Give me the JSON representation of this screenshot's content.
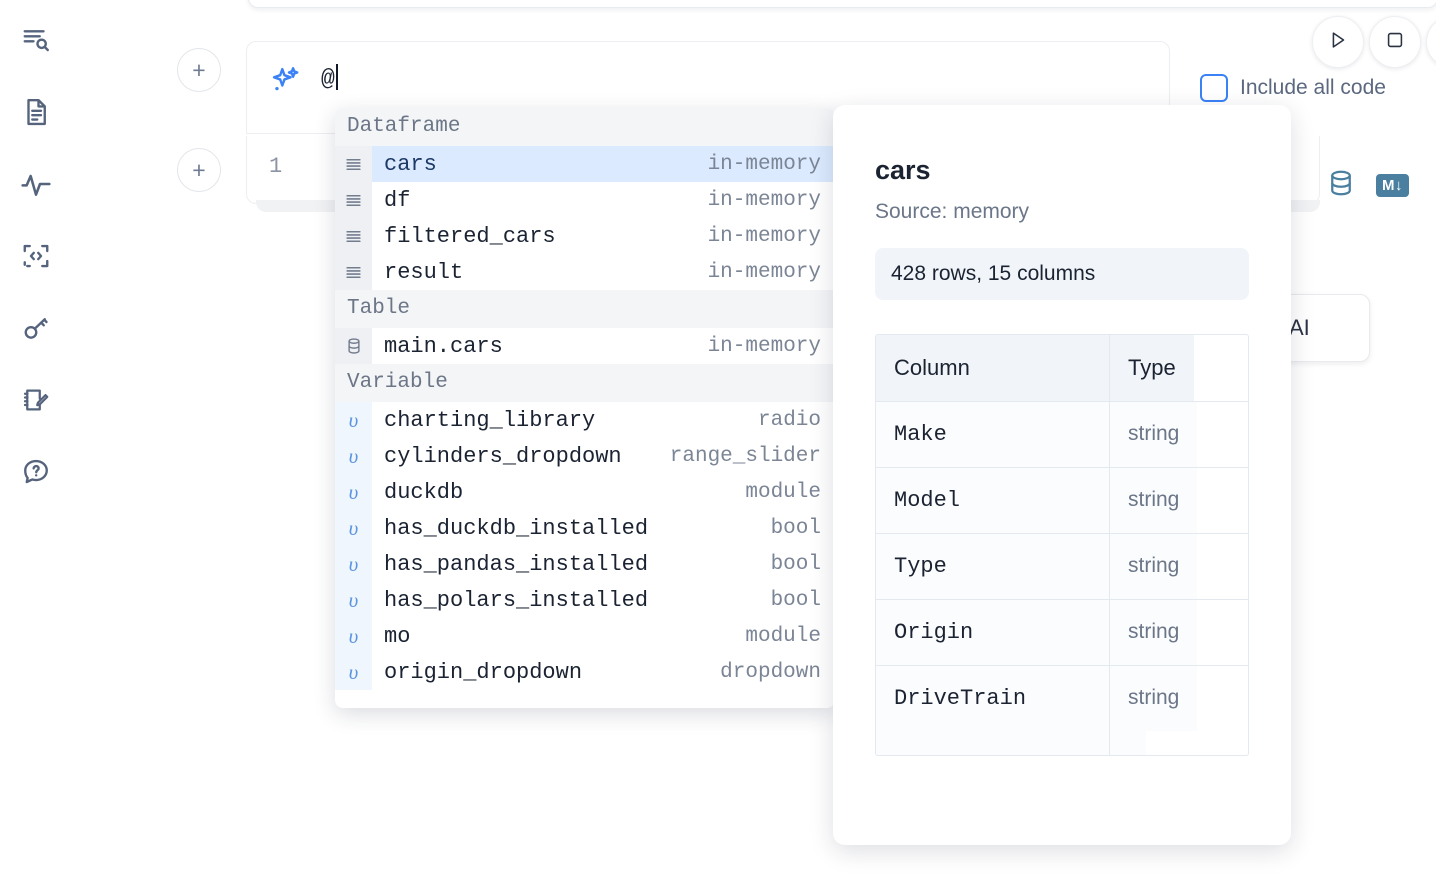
{
  "rail": {
    "items": [
      {
        "name": "search-outline-icon",
        "label": "Outline / search"
      },
      {
        "name": "file-text-icon",
        "label": "Notebook file"
      },
      {
        "name": "activity-pulse-icon",
        "label": "Activity"
      },
      {
        "name": "code-brackets-icon",
        "label": "Snippets"
      },
      {
        "name": "key-icon",
        "label": "Secrets"
      },
      {
        "name": "notepad-edit-icon",
        "label": "Scratchpad"
      },
      {
        "name": "help-chat-icon",
        "label": "Help"
      }
    ]
  },
  "ai_cell": {
    "input_value": "@",
    "sparkle_icon": "sparkle-icon",
    "add_button_label": "+"
  },
  "controls": {
    "run_label": "▷",
    "stop_label": "□",
    "include_all_code_label": "Include all code",
    "include_all_code_checked": false
  },
  "code_cell": {
    "line_number": "1",
    "tools": [
      {
        "name": "database-icon",
        "label": ""
      },
      {
        "name": "markdown-icon",
        "label": "M↓"
      }
    ]
  },
  "ai_card": {
    "label": "AI"
  },
  "autocomplete": {
    "sections": [
      {
        "title": "Dataframe",
        "kind": "dataframe",
        "items": [
          {
            "name": "cars",
            "meta": "in-memory",
            "selected": true
          },
          {
            "name": "df",
            "meta": "in-memory",
            "selected": false
          },
          {
            "name": "filtered_cars",
            "meta": "in-memory",
            "selected": false
          },
          {
            "name": "result",
            "meta": "in-memory",
            "selected": false
          }
        ]
      },
      {
        "title": "Table",
        "kind": "table",
        "items": [
          {
            "name": "main.cars",
            "meta": "in-memory",
            "selected": false
          }
        ]
      },
      {
        "title": "Variable",
        "kind": "variable",
        "items": [
          {
            "name": "charting_library",
            "meta": "radio",
            "selected": false
          },
          {
            "name": "cylinders_dropdown",
            "meta": "range_slider",
            "selected": false
          },
          {
            "name": "duckdb",
            "meta": "module",
            "selected": false
          },
          {
            "name": "has_duckdb_installed",
            "meta": "bool",
            "selected": false
          },
          {
            "name": "has_pandas_installed",
            "meta": "bool",
            "selected": false
          },
          {
            "name": "has_polars_installed",
            "meta": "bool",
            "selected": false
          },
          {
            "name": "mo",
            "meta": "module",
            "selected": false
          },
          {
            "name": "origin_dropdown",
            "meta": "dropdown",
            "selected": false
          }
        ]
      }
    ],
    "dataframe_glyph": "☰",
    "table_glyph": "⛃",
    "variable_glyph": "υ"
  },
  "detail": {
    "title": "cars",
    "source": "Source: memory",
    "shape": "428 rows, 15 columns",
    "columns_header": "Column",
    "type_header": "Type",
    "rows": [
      {
        "column": "Make",
        "type": "string"
      },
      {
        "column": "Model",
        "type": "string"
      },
      {
        "column": "Type",
        "type": "string"
      },
      {
        "column": "Origin",
        "type": "string"
      },
      {
        "column": "DriveTrain",
        "type": "string"
      }
    ]
  },
  "colors": {
    "accent_blue": "#3b82f6",
    "selected_row": "#dbeafe",
    "section_bg": "#f3f5f7",
    "tool_blue": "#4a7fa0",
    "text_dark": "#1b2332",
    "text_muted": "#6b7688"
  }
}
